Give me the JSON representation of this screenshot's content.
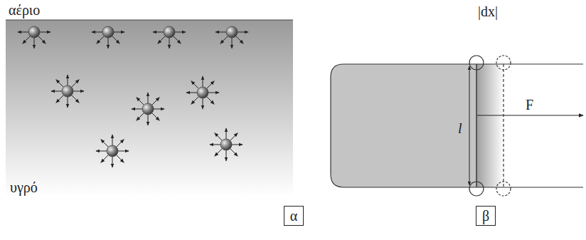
{
  "diagram": {
    "nodes": [
      {
        "text": [
          "α"
        ]
      },
      {
        "text": [
          "β"
        ]
      }
    ],
    "labels": [
      "αέριο",
      "υγρό",
      "|dx|",
      "l",
      "F"
    ]
  }
}
